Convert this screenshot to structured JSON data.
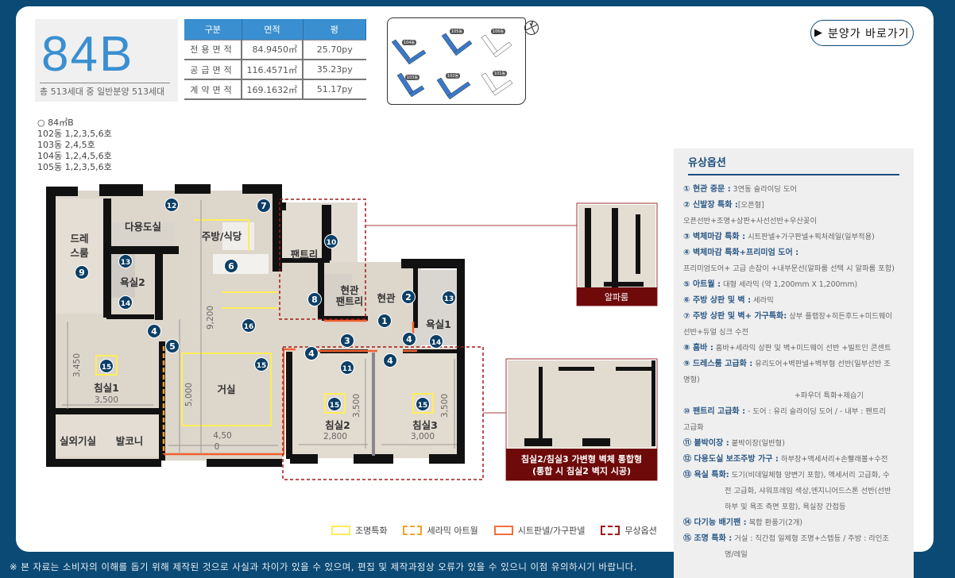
{
  "unit": {
    "type": "84B",
    "summary": "총 513세대 중 일반분양 513세대"
  },
  "area_table": {
    "headers": [
      "구분",
      "면적",
      "평"
    ],
    "rows": [
      [
        "전용면적",
        "84.9450㎡",
        "25.70py"
      ],
      [
        "공급면적",
        "116.4571㎡",
        "35.23py"
      ],
      [
        "계약면적",
        "169.1632㎡",
        "51.17py"
      ]
    ]
  },
  "units_list": [
    "○ 84㎡B",
    "102동  1,2,3,5,6호",
    "103동  2,4,5호",
    "104동  1,2,4,5,6호",
    "105동  1,2,3,5,6호"
  ],
  "site_map": {
    "buildings": [
      "104동",
      "105동",
      "106동",
      "103동",
      "102동",
      "101동"
    ]
  },
  "go_button": {
    "icon": "play-icon",
    "label": "분양가 바로가기"
  },
  "plan": {
    "rooms": {
      "utility": "다용도실",
      "kitchen": "주방/식당",
      "dress1": "드레",
      "dress2": "스룸",
      "bath2": "욕실2",
      "bed1": "침실1",
      "outdoor_unit": "실외기실",
      "balcony": "발코니",
      "living": "거실",
      "pantry": "팬트리",
      "entry_pantry1": "현관",
      "entry_pantry2": "팬트리",
      "entrance": "현관",
      "bath1": "욕실1",
      "bed2": "침실2",
      "bed3": "침실3"
    },
    "dims": {
      "bed1_w": "3,500",
      "bed1_h": "3,450",
      "total_h": "9,200",
      "living_h": "5,000",
      "living_w1": "4,50",
      "living_w2": "0",
      "bed2_w": "2,800",
      "bed2_h": "3,500",
      "bed3_w": "3,000",
      "bed3_h": "3,500"
    },
    "callouts": {
      "alpha": "알파룸",
      "bed_merge1": "침실2/침실3 가변형 벽체 통합형",
      "bed_merge2": "(통합 시 침실2 벽지 시공)"
    },
    "markers": [
      "12",
      "7",
      "9",
      "13",
      "14",
      "6",
      "4",
      "5",
      "16",
      "15",
      "15",
      "10",
      "8",
      "2",
      "13",
      "1",
      "3",
      "4",
      "4",
      "4",
      "14",
      "11",
      "15",
      "15"
    ]
  },
  "legend": [
    {
      "label": "조명특화",
      "color": "#ffee58",
      "style": "solid"
    },
    {
      "label": "세라믹 아트월",
      "color": "#f5a030",
      "style": "dashed"
    },
    {
      "label": "시트판넬/가구판넬",
      "color": "#f07040",
      "style": "solid"
    },
    {
      "label": "무상옵션",
      "color": "#a01818",
      "style": "dashed"
    }
  ],
  "options": {
    "title": "유상옵션",
    "items": [
      {
        "head": "① 현관 중문 :",
        "text": " 3연동 슬라이딩 도어"
      },
      {
        "head": "② 신발장 특화 :",
        "text": "[오픈형]",
        "more": [
          "오픈선반+조명+상판+사선선반+우산꽂이"
        ]
      },
      {
        "head": "③ 벽체마감 특화 :",
        "text": " 시트판넬+가구판넬+픽처레일(일부적용)"
      },
      {
        "head": "④ 벽체마감 특화+프리미엄 도어 :",
        "text": "",
        "more": [
          "프리미엄도어+ 고급 손잡이 +내부문선(알파룸 선택 시 알파룸 포함)"
        ]
      },
      {
        "head": "⑤ 아트월 :",
        "text": " 대형 세라믹 (약 1,200mm X 1,200mm)"
      },
      {
        "head": "⑥ 주방 상판 및 벽 :",
        "text": " 세라믹"
      },
      {
        "head": "⑦ 주방 상판 및 벽+ 가구특화:",
        "text": " 상부 플랩장+히든후드+미드웨이",
        "more": [
          "선반+듀얼 싱크 수전"
        ]
      },
      {
        "head": "⑧ 홈바 :",
        "text": " 홈바+세라믹 상판 및 벽+미드웨이 선반 +빌트인 콘센트"
      },
      {
        "head": "⑨ 드레스룸 고급화 :",
        "text": " 유리도어+벽판넬+벽부형 선반(일부선반 조",
        "more": [
          "명형)"
        ],
        "center": [
          "+파우더 특화+제습기"
        ]
      },
      {
        "head": "⑩ 팬트리 고급화 :",
        "text": " - 도어 : 유리 슬라이딩 도어 / - 내부 : 팬트리",
        "more": [
          "고급화"
        ]
      },
      {
        "head": "⑪ 붙박이장 :",
        "text": " 붙박이장(일반형)"
      },
      {
        "head": "⑫ 다용도실 보조주방 가구 :",
        "text": " 하부장+액세서리+손빨래볼+수전"
      },
      {
        "head": "⑬ 욕실 특화:",
        "text": " 도기(비데일체형 양변기 포함), 액세서리 고급화, 수",
        "indent": [
          "전 고급화, 샤워프레임 색상,엔지니어드스톤 선반(선반",
          "하부 및 욕조 측면 포함), 욕실장 간접등"
        ]
      },
      {
        "head": "⑭ 다기능 배기팬 :",
        "text": " 복합 환풍기(2개)"
      },
      {
        "head": "⑮ 조명 특화 :",
        "text": " 거실 : 직간접 일체형 조명+스텝등  / 주방 : 라인조",
        "indent": [
          "명/레일"
        ]
      }
    ]
  },
  "footer": "※ 본 자료는 소비자의 이해를 돕기 위해 제작된 것으로 사실과 차이가 있을 수 있으며, 편집 및 제작과정상 오류가 있을 수 있으니 이점 유의하시기 바랍니다.",
  "colors": {
    "background": "#0b4a75",
    "accent": "#3a8fd0",
    "marker": "#0d3f66",
    "callout": "#6e0a0a"
  }
}
